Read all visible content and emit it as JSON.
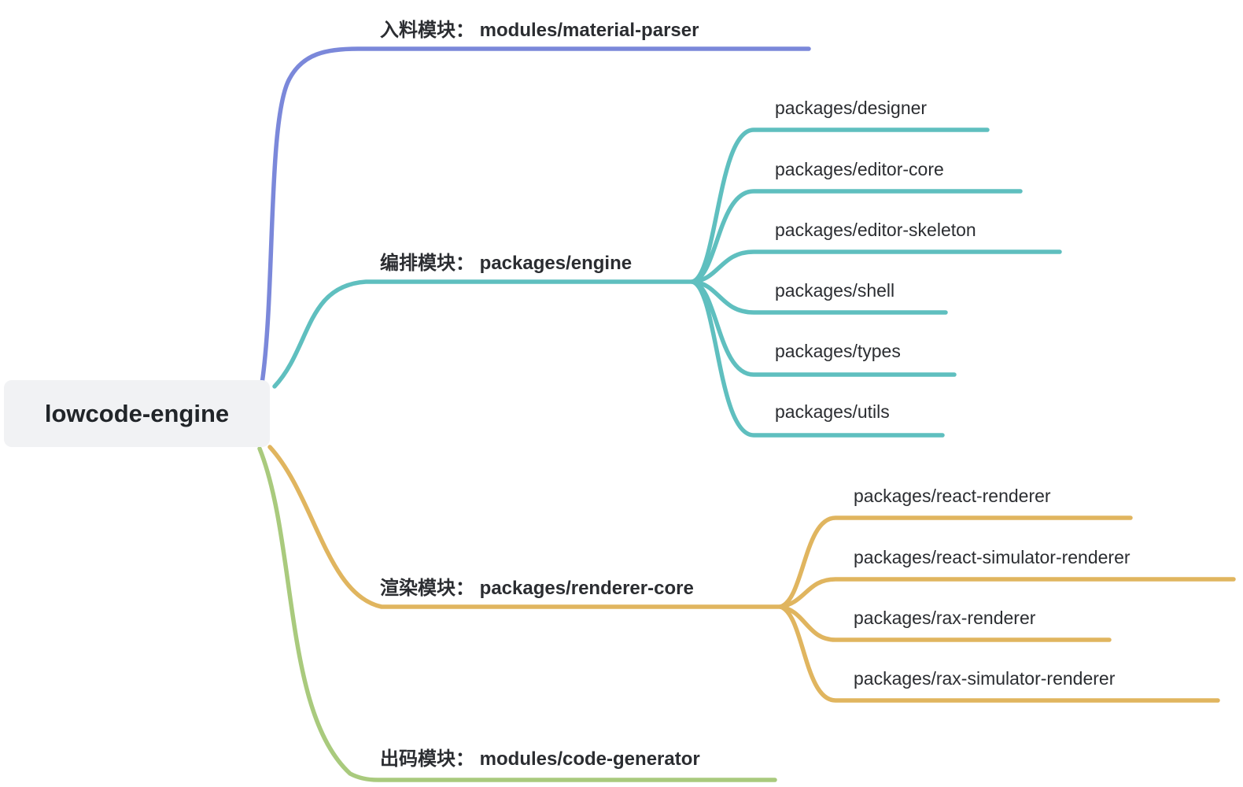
{
  "palette": {
    "blue": "#7b88da",
    "teal": "#5fbfbf",
    "yellow": "#e0b55f",
    "green": "#a9ca7d",
    "root_bg": "#f1f2f4",
    "text": "#2b2d31"
  },
  "root": {
    "label": "lowcode-engine"
  },
  "branches": [
    {
      "id": "material-parser",
      "label": "入料模块： modules/material-parser",
      "color": "#7b88da",
      "children": []
    },
    {
      "id": "engine",
      "label": "编排模块： packages/engine",
      "color": "#5fbfbf",
      "children": [
        {
          "label": "packages/designer"
        },
        {
          "label": "packages/editor-core"
        },
        {
          "label": "packages/editor-skeleton"
        },
        {
          "label": "packages/shell"
        },
        {
          "label": "packages/types"
        },
        {
          "label": "packages/utils"
        }
      ]
    },
    {
      "id": "renderer-core",
      "label": "渲染模块： packages/renderer-core",
      "color": "#e0b55f",
      "children": [
        {
          "label": "packages/react-renderer"
        },
        {
          "label": "packages/react-simulator-renderer"
        },
        {
          "label": "packages/rax-renderer"
        },
        {
          "label": "packages/rax-simulator-renderer"
        }
      ]
    },
    {
      "id": "code-generator",
      "label": "出码模块： modules/code-generator",
      "color": "#a9ca7d",
      "children": []
    }
  ]
}
